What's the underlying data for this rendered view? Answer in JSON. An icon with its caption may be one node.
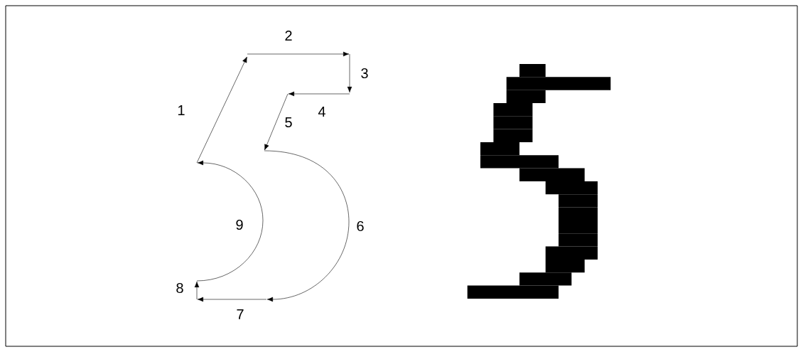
{
  "diagram": {
    "labels": [
      "2",
      "3",
      "1",
      "4",
      "5",
      "9",
      "6",
      "8",
      "7"
    ]
  }
}
